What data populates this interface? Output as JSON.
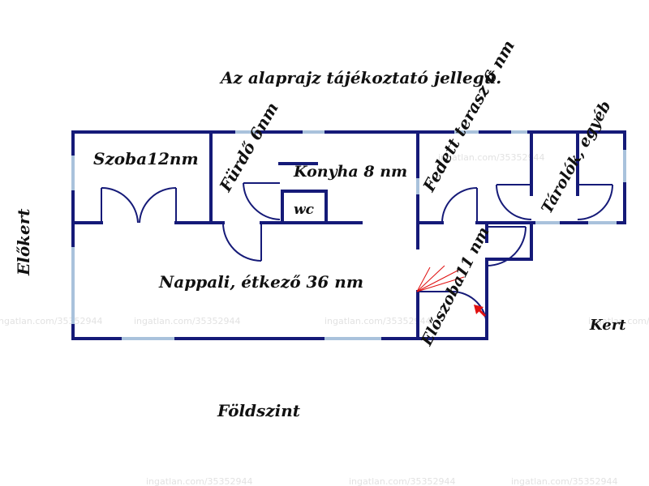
{
  "notice": "Az alaprajz tájékoztató jellegű.",
  "floor_label": "Földszint",
  "outside": {
    "front_yard": "Előkert",
    "garden": "Kert"
  },
  "rooms": {
    "szoba": "Szoba12nm",
    "furdo": "Fürdő 6nm",
    "konyha": "Konyha 8 nm",
    "wc": "wc",
    "terasz": "Fedett terasz 6 nm",
    "tarolok": "Tárolók, egyéb",
    "nappali": "Nappali, étkező 36 nm",
    "eloszoba": "Előszoba11 nm"
  },
  "watermark": "ingatlan.com/35352944",
  "colors": {
    "wall": "#151a78",
    "window": "#a9c2dc",
    "entrance_marker": "#e01010",
    "text": "#111111"
  }
}
